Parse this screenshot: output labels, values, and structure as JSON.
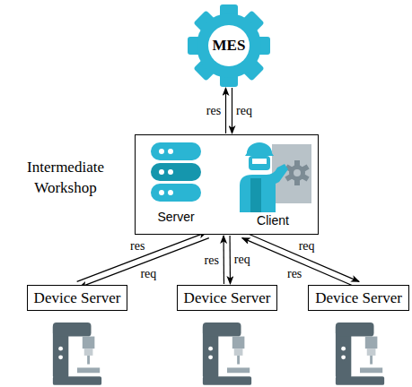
{
  "diagram": {
    "nodes": [
      {
        "text": [
          "MES"
        ]
      },
      {
        "text": [
          "Intermediate Workshop"
        ]
      },
      {
        "text": [
          "Server"
        ],
        "in": 1
      },
      {
        "text": [
          "Client"
        ],
        "in": 1
      },
      {
        "text": [
          "Device Server"
        ]
      },
      {
        "text": [
          "Device Server"
        ]
      },
      {
        "text": [
          "Device Server"
        ]
      }
    ],
    "edges": [
      {
        "from": 1,
        "to": 0,
        "label": "res",
        "arrow": "to"
      },
      {
        "from": 0,
        "to": 1,
        "label": "req",
        "arrow": "to"
      },
      {
        "from": 4,
        "to": 1,
        "label": "res",
        "arrow": "to"
      },
      {
        "from": 1,
        "to": 4,
        "label": "req",
        "arrow": "to"
      },
      {
        "from": 5,
        "to": 1,
        "label": "res",
        "arrow": "to"
      },
      {
        "from": 1,
        "to": 5,
        "label": "req",
        "arrow": "to"
      },
      {
        "from": 6,
        "to": 1,
        "label": "res",
        "arrow": "to"
      },
      {
        "from": 1,
        "to": 6,
        "label": "req",
        "arrow": "to"
      }
    ]
  }
}
